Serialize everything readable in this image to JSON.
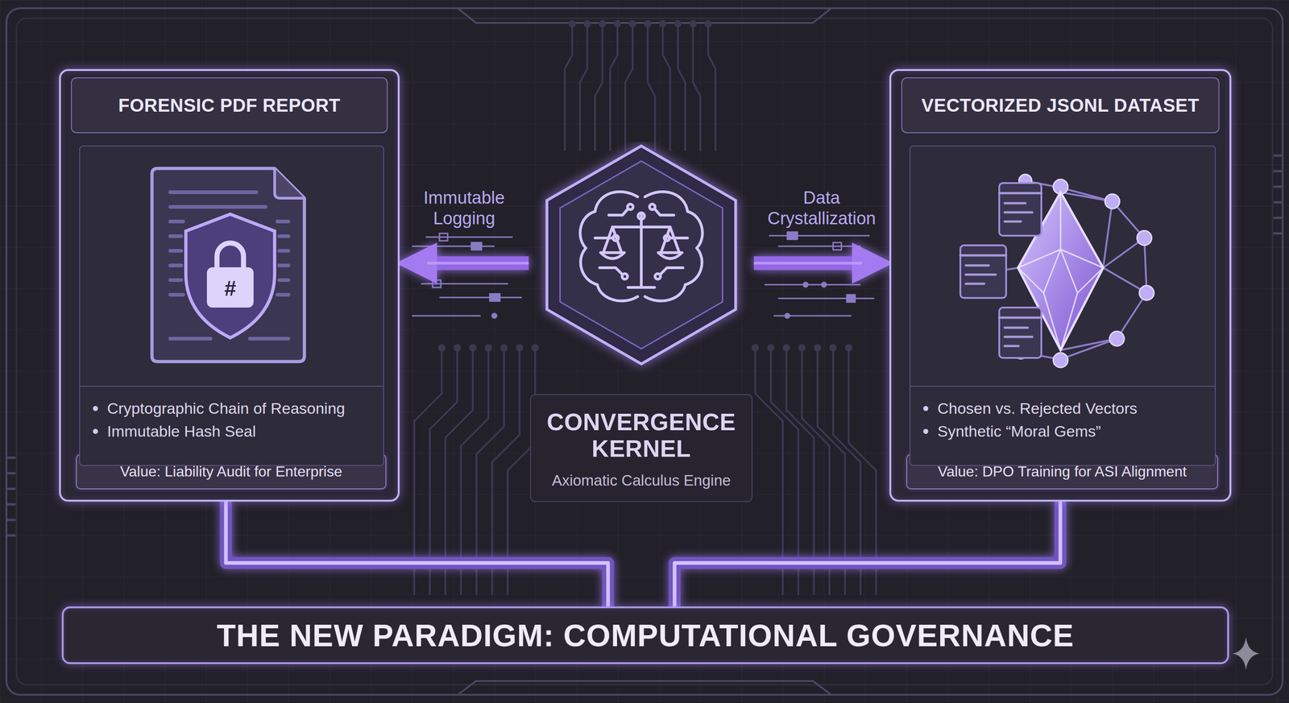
{
  "diagram": {
    "nodes": [
      {
        "text": [
          "FORENSIC PDF REPORT",
          "Cryptographic Chain of Reasoning",
          "Immutable Hash Seal"
        ]
      },
      {
        "text": [
          "Value: Liability Audit for Enterprise"
        ],
        "in": 0
      },
      {
        "text": [
          "CONVERGENCE KERNEL",
          "Axiomatic Calculus Engine"
        ]
      },
      {
        "text": [
          "VECTORIZED JSONL DATASET",
          "Chosen vs. Rejected Vectors",
          "Synthetic “Moral Gems”"
        ]
      },
      {
        "text": [
          "Value: DPO Training for ASI Alignment"
        ],
        "in": 3
      },
      {
        "text": [
          "THE NEW PARADIGM: COMPUTATIONAL GOVERNANCE"
        ]
      }
    ],
    "edges": [
      {
        "from": 2,
        "to": 0,
        "arrow": "to",
        "label": "Immutable Logging"
      },
      {
        "from": 2,
        "to": 3,
        "arrow": "to",
        "label": "Data Crystallization"
      },
      {
        "from": 0,
        "to": 5,
        "arrow": "none"
      },
      {
        "from": 3,
        "to": 5,
        "arrow": "none"
      }
    ],
    "labels": [
      "#"
    ]
  }
}
